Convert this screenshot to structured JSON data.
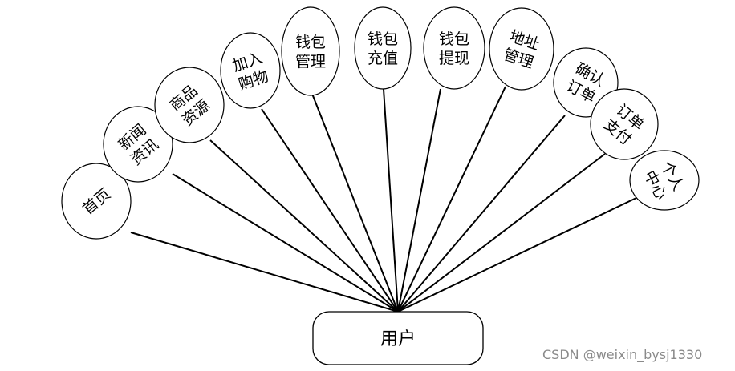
{
  "root": {
    "label": "用户"
  },
  "nodes": [
    {
      "lines": [
        "首页"
      ]
    },
    {
      "lines": [
        "新闻",
        "资讯"
      ]
    },
    {
      "lines": [
        "商品",
        "资源"
      ]
    },
    {
      "lines": [
        "加入",
        "购物"
      ]
    },
    {
      "lines": [
        "钱包",
        "管理"
      ]
    },
    {
      "lines": [
        "钱包",
        "充值"
      ]
    },
    {
      "lines": [
        "钱包",
        "提现"
      ]
    },
    {
      "lines": [
        "地址",
        "管理"
      ]
    },
    {
      "lines": [
        "确认",
        "订单"
      ]
    },
    {
      "lines": [
        "订单",
        "支付"
      ]
    },
    {
      "lines": [
        "个人",
        "中心"
      ]
    }
  ],
  "watermark": "CSDN @weixin_bysj1330"
}
